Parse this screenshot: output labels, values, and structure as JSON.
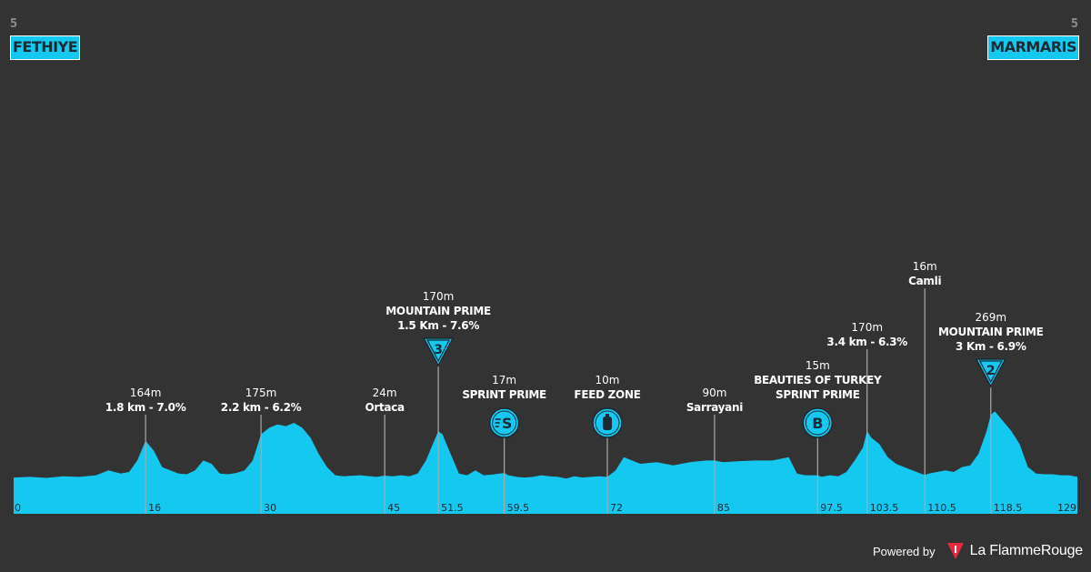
{
  "header": {
    "start": {
      "number": "5",
      "city": "FETHIYE"
    },
    "end": {
      "number": "5",
      "city": "MARMARIS"
    }
  },
  "footer": {
    "powered_by": "Powered by",
    "brand": "La FlammeRouge"
  },
  "colors": {
    "background": "#333333",
    "profile_fill": "#15c8f0",
    "text": "#ffffff",
    "marker_line": "#aaaaaa",
    "logo_red": "#e8283c"
  },
  "chart_data": {
    "type": "area",
    "x_unit": "km",
    "xlim": [
      0,
      129
    ],
    "x_ticks": [
      "0",
      "16",
      "30",
      "45",
      "51.5",
      "59.5",
      "72",
      "85",
      "97.5",
      "103.5",
      "110.5",
      "118.5",
      "129"
    ],
    "profile": {
      "x": [
        0,
        2,
        4,
        6,
        8,
        10,
        11.5,
        13,
        14,
        15,
        16,
        17,
        18,
        19,
        20,
        21,
        22,
        23,
        24,
        25,
        26,
        27,
        28,
        29,
        30,
        31,
        32,
        33,
        34,
        35,
        36,
        37,
        38,
        39,
        40,
        42,
        44,
        45,
        46,
        47,
        48,
        49,
        50,
        51,
        51.5,
        52,
        53,
        54,
        55,
        56,
        57,
        58,
        59.5,
        60,
        61,
        62,
        63,
        64,
        65,
        66,
        67,
        68,
        69,
        70,
        71,
        72,
        73,
        74,
        75,
        76,
        78,
        80,
        82,
        84,
        85,
        86,
        88,
        90,
        92,
        94,
        95,
        96,
        97.5,
        98,
        99,
        100,
        101,
        102,
        103,
        103.5,
        104,
        105,
        106,
        107,
        108,
        109,
        110,
        110.5,
        111,
        112,
        113,
        114,
        115,
        116,
        117,
        118,
        118.5,
        119,
        120,
        121,
        122,
        123,
        124,
        125,
        126,
        127,
        128,
        129
      ],
      "y": [
        8,
        10,
        7,
        12,
        10,
        15,
        30,
        20,
        25,
        60,
        120,
        90,
        40,
        30,
        20,
        18,
        30,
        60,
        50,
        20,
        18,
        22,
        30,
        60,
        140,
        160,
        170,
        165,
        175,
        160,
        130,
        80,
        40,
        15,
        12,
        15,
        10,
        14,
        12,
        15,
        12,
        20,
        60,
        120,
        150,
        140,
        80,
        20,
        15,
        30,
        15,
        17,
        22,
        15,
        10,
        8,
        10,
        15,
        12,
        10,
        5,
        12,
        8,
        10,
        12,
        10,
        30,
        70,
        60,
        50,
        55,
        45,
        55,
        60,
        60,
        55,
        58,
        60,
        60,
        70,
        20,
        15,
        15,
        10,
        15,
        12,
        25,
        60,
        100,
        150,
        130,
        110,
        70,
        50,
        40,
        30,
        20,
        16,
        20,
        25,
        30,
        25,
        40,
        45,
        80,
        150,
        200,
        210,
        180,
        150,
        110,
        40,
        20,
        18,
        18,
        15,
        15,
        10
      ],
      "ylim": [
        0,
        600
      ]
    },
    "points": [
      {
        "km": 16,
        "elevation": "164m",
        "labels": [
          "1.8 km - 7.0%"
        ],
        "icon": "none"
      },
      {
        "km": 30,
        "elevation": "175m",
        "labels": [
          "2.2 km - 6.2%"
        ],
        "icon": "none"
      },
      {
        "km": 45,
        "elevation": "24m",
        "labels": [
          "Ortaca"
        ],
        "icon": "none"
      },
      {
        "km": 51.5,
        "elevation": "170m",
        "labels": [
          "MOUNTAIN PRIME",
          "1.5 Km - 7.6%"
        ],
        "icon": "mountain-category",
        "icon_text": "3"
      },
      {
        "km": 59.5,
        "elevation": "17m",
        "labels": [
          "SPRINT PRIME"
        ],
        "icon": "sprint-icon"
      },
      {
        "km": 72,
        "elevation": "10m",
        "labels": [
          "FEED ZONE"
        ],
        "icon": "bottle-icon"
      },
      {
        "km": 85,
        "elevation": "90m",
        "labels": [
          "Sarrayani"
        ],
        "icon": "none"
      },
      {
        "km": 97.5,
        "elevation": "15m",
        "labels": [
          "BEAUTIES OF TURKEY",
          "SPRINT PRIME"
        ],
        "icon": "bonus-sprint-icon",
        "icon_text": "B"
      },
      {
        "km": 103.5,
        "elevation": "170m",
        "labels": [
          "3.4 km - 6.3%"
        ],
        "icon": "none"
      },
      {
        "km": 110.5,
        "elevation": "16m",
        "labels": [
          "Camli"
        ],
        "icon": "none"
      },
      {
        "km": 118.5,
        "elevation": "269m",
        "labels": [
          "MOUNTAIN PRIME",
          "3 Km - 6.9%"
        ],
        "icon": "mountain-category",
        "icon_text": "2"
      }
    ]
  }
}
